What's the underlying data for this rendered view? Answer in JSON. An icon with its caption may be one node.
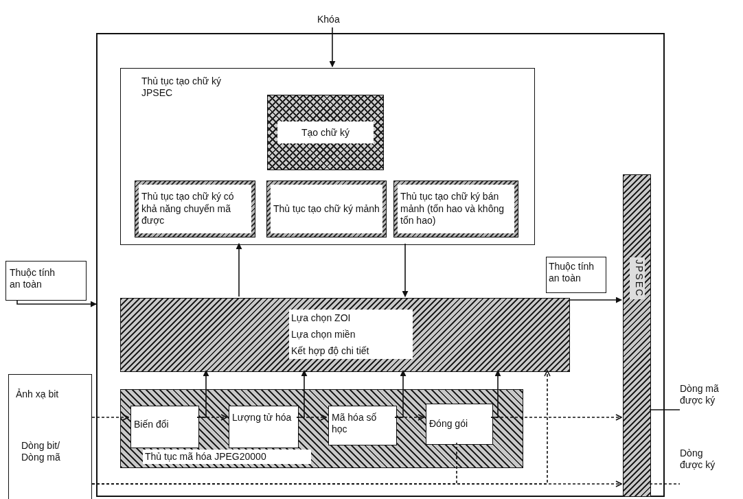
{
  "diagram": {
    "nodes": [
      {
        "text": [],
        "shape": "box"
      },
      {
        "text": [
          "Khóa"
        ]
      },
      {
        "text": [
          "Thủ tục tạo chữ ký JPSEC"
        ],
        "in": 0
      },
      {
        "text": [
          "Tạo chữ ký"
        ],
        "in": 2
      },
      {
        "text": [
          "Thủ tục tạo chữ ký có khả năng chuyển mã được"
        ],
        "in": 2
      },
      {
        "text": [
          "Thủ tục tạo chữ ký mảnh"
        ],
        "in": 2
      },
      {
        "text": [
          "Thủ tục tạo chữ ký bán mảnh (tổn hao và không tổn hao)"
        ],
        "in": 2
      },
      {
        "text": [
          "Thuộc tính an toàn"
        ]
      },
      {
        "text": [
          "Lựa chọn ZOI",
          "Lựa chọn miền",
          "Kết hợp độ chi tiết"
        ],
        "in": 0
      },
      {
        "text": [
          "Thuộc tính an toàn"
        ],
        "in": 0
      },
      {
        "text": [
          "JPSEC"
        ],
        "in": 0
      },
      {
        "text": [
          "Ảnh xạ bit",
          "Dòng bit/ Dòng mã"
        ]
      },
      {
        "text": [
          "Thủ tục mã hóa JPEG20000"
        ],
        "in": 0
      },
      {
        "text": [
          "Biến đổi"
        ],
        "in": 12
      },
      {
        "text": [
          "Lượng tử hóa"
        ],
        "in": 12
      },
      {
        "text": [
          "Mã hóa số học"
        ],
        "in": 12
      },
      {
        "text": [
          "Đóng gói"
        ],
        "in": 12
      },
      {
        "text": [
          "Dòng mã được ký"
        ]
      },
      {
        "text": [
          "Dòng được ký"
        ]
      }
    ],
    "edges": [
      {
        "from": 1,
        "to": 2,
        "arrow": "to"
      },
      {
        "from": 7,
        "to": 0,
        "arrow": "to"
      },
      {
        "from": 8,
        "to": 2,
        "arrow": "to"
      },
      {
        "from": 2,
        "to": 8,
        "arrow": "to"
      },
      {
        "from": 8,
        "to": 10,
        "arrow": "to"
      },
      {
        "from": 11,
        "to": 13,
        "arrow": "to",
        "style": "dashed"
      },
      {
        "from": 13,
        "to": 14,
        "arrow": "to",
        "style": "dashed"
      },
      {
        "from": 14,
        "to": 15,
        "arrow": "to",
        "style": "dashed"
      },
      {
        "from": 15,
        "to": 16,
        "arrow": "to",
        "style": "dashed"
      },
      {
        "from": 16,
        "to": 10,
        "arrow": "to",
        "style": "dashed"
      },
      {
        "from": 13,
        "to": 8,
        "arrow": "to"
      },
      {
        "from": 14,
        "to": 8,
        "arrow": "to"
      },
      {
        "from": 15,
        "to": 8,
        "arrow": "to"
      },
      {
        "from": 16,
        "to": 8,
        "arrow": "to"
      },
      {
        "from": 11,
        "to": 10,
        "arrow": "to",
        "style": "dashed"
      },
      {
        "from": 11,
        "to": 8,
        "arrow": "to",
        "style": "dashed"
      },
      {
        "from": 11,
        "to": 16,
        "arrow": "none",
        "style": "dashed"
      },
      {
        "from": 10,
        "to": 17,
        "arrow": "none"
      },
      {
        "from": 10,
        "to": 18,
        "arrow": "none",
        "style": "dashed"
      }
    ]
  }
}
